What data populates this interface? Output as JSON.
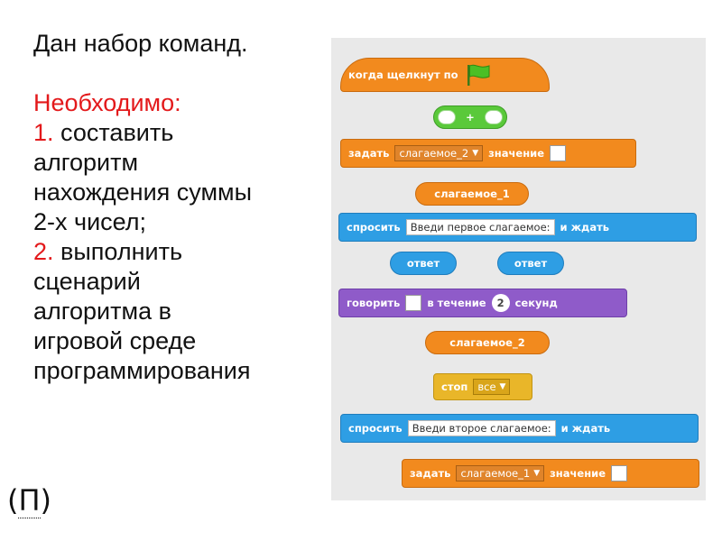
{
  "left_text": {
    "intro": "Дан набор команд.",
    "heading": "Необходимо:",
    "task1_num": "1.",
    "task1_lines": [
      "составить",
      "алгоритм",
      "нахождения суммы",
      "2-х чисел;"
    ],
    "task2_num": "2.",
    "task2_lines": [
      "выполнить",
      "сценарий",
      "алгоритма в",
      "игровой среде",
      "программирования"
    ],
    "footer_open": "(",
    "footer_mid": "П",
    "footer_close": ")"
  },
  "blocks": {
    "hat": {
      "label": "когда щелкнут по",
      "icon": "green-flag-icon"
    },
    "add": {
      "op": "+"
    },
    "set2": {
      "label": "задать",
      "var": "слагаемое_2",
      "to": "значение"
    },
    "var1": {
      "label": "слагаемое_1"
    },
    "ask1": {
      "label": "спросить",
      "prompt": "Введи первое слагаемое:",
      "suffix": "и ждать"
    },
    "answer_a": {
      "label": "ответ"
    },
    "answer_b": {
      "label": "ответ"
    },
    "say": {
      "label": "говорить",
      "mid": "в течение",
      "secs": "2",
      "suffix": "секунд"
    },
    "var2": {
      "label": "слагаемое_2"
    },
    "stop": {
      "label": "стоп",
      "option": "все"
    },
    "ask2": {
      "label": "спросить",
      "prompt": "Введи второе слагаемое:",
      "suffix": "и ждать"
    },
    "set1": {
      "label": "задать",
      "var": "слагаемое_1",
      "to": "значение"
    }
  },
  "colors": {
    "motion_orange": "#f28a1e",
    "sensing_blue": "#2e9ee4",
    "looks_purple": "#8f5bc9",
    "operators_green": "#5ac93a",
    "control_yellow": "#e9b629",
    "accent_red": "#e3191b"
  }
}
